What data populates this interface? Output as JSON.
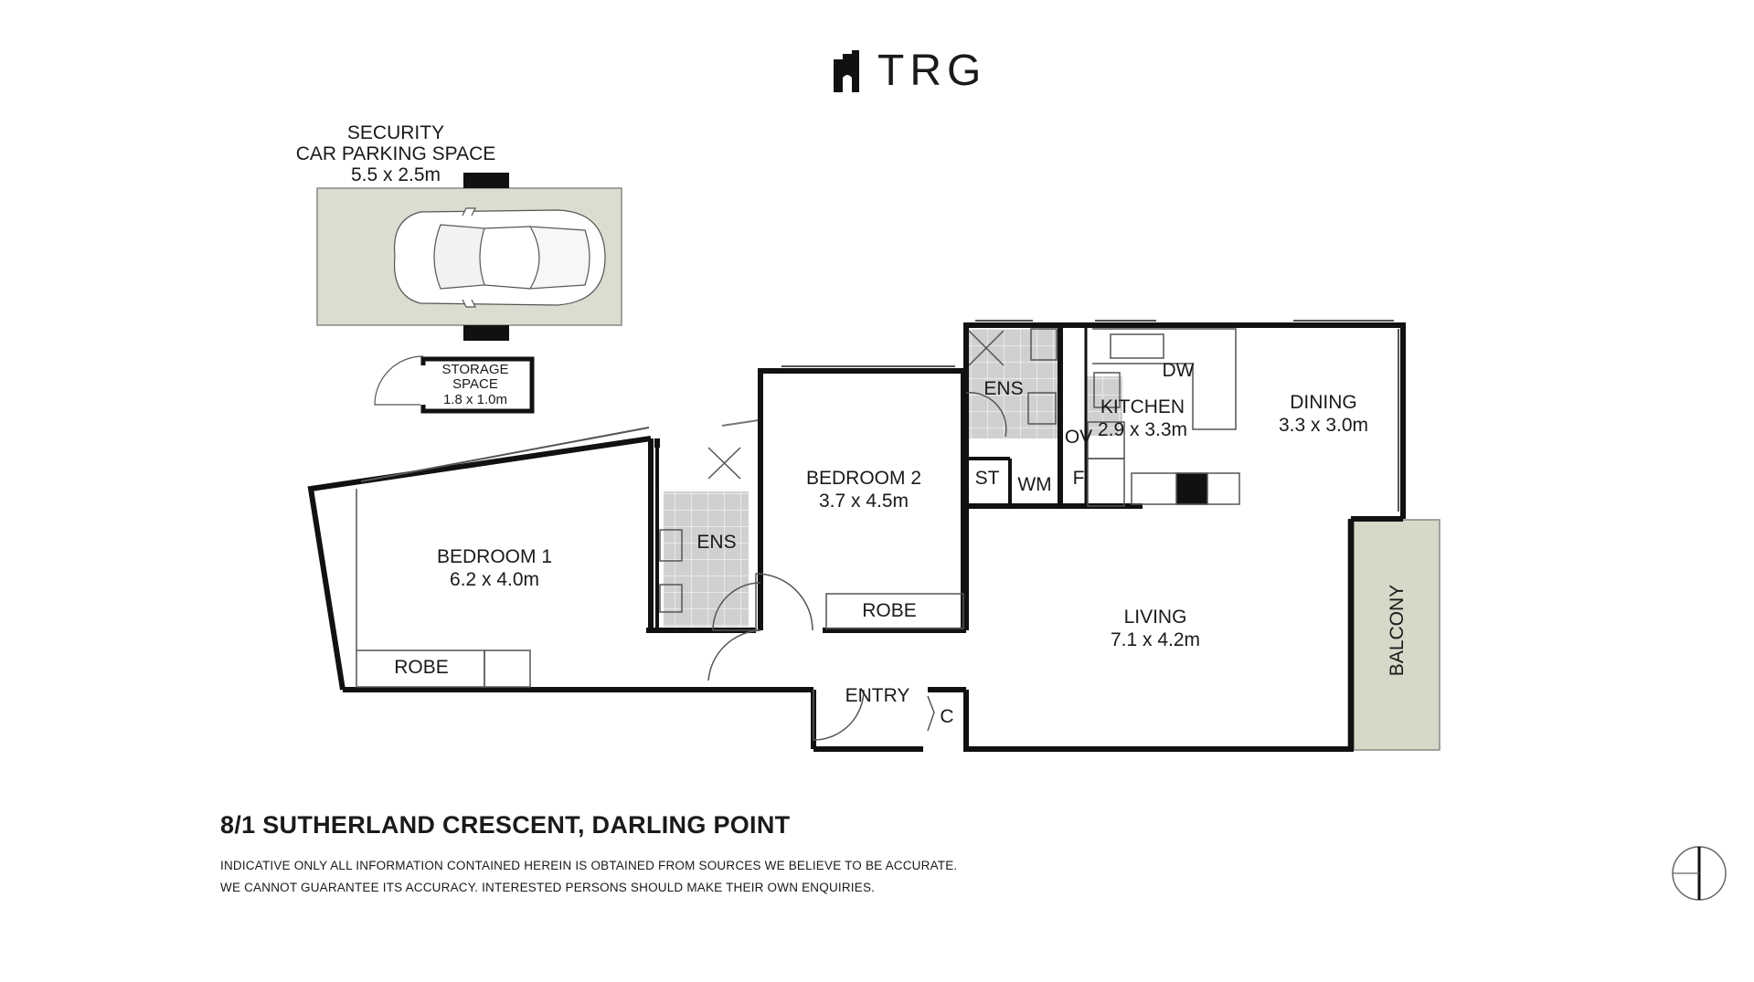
{
  "brand": {
    "name": "TRG"
  },
  "rooms": {
    "parking_title_1": "SECURITY",
    "parking_title_2": "CAR PARKING SPACE",
    "parking_size": "5.5 x 2.5m",
    "storage_title_1": "STORAGE",
    "storage_title_2": "SPACE",
    "storage_size": "1.8 x 1.0m",
    "bedroom1": "BEDROOM 1",
    "bedroom1_size": "6.2 x 4.0m",
    "bedroom1_robe": "ROBE",
    "ens1": "ENS",
    "bedroom2": "BEDROOM 2",
    "bedroom2_size": "3.7 x 4.5m",
    "bedroom2_robe": "ROBE",
    "ens2": "ENS",
    "st": "ST",
    "wm": "WM",
    "kitchen": "KITCHEN",
    "kitchen_size": "2.9 x 3.3m",
    "dw": "DW",
    "ov": "OV",
    "f": "F",
    "dining": "DINING",
    "dining_size": "3.3 x 3.0m",
    "living": "LIVING",
    "living_size": "7.1 x 4.2m",
    "entry": "ENTRY",
    "c": "C",
    "balcony": "BALCONY"
  },
  "footer": {
    "address": "8/1 SUTHERLAND CRESCENT, DARLING POINT",
    "disclaimer_1": "INDICATIVE ONLY ALL INFORMATION CONTAINED HEREIN IS OBTAINED FROM SOURCES WE BELIEVE TO BE ACCURATE.",
    "disclaimer_2": "WE CANNOT GUARANTEE ITS ACCURACY. INTERESTED PERSONS SHOULD MAKE THEIR OWN ENQUIRIES."
  },
  "colors": {
    "wall": "#111111",
    "parking_fill": "#dcdcd0",
    "balcony_fill": "#d6d8c8",
    "tile_fill": "#cfd0d0"
  },
  "icons": {
    "brand": "trg-logo-icon",
    "compass": "north-compass-icon",
    "car": "car-icon"
  }
}
